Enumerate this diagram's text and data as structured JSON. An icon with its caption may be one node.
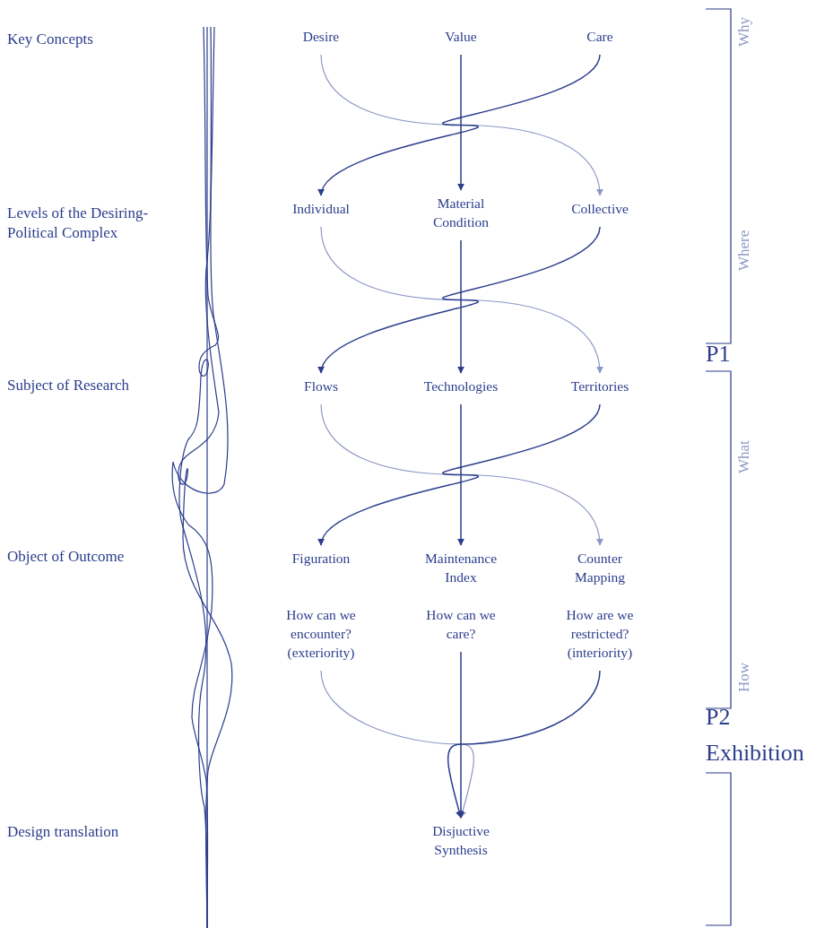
{
  "diagram": {
    "nodes": [
      {
        "text": [
          "Desire"
        ]
      },
      {
        "text": [
          "Value"
        ]
      },
      {
        "text": [
          "Care"
        ]
      },
      {
        "text": [
          "Individual"
        ]
      },
      {
        "text": [
          "Material Condition"
        ]
      },
      {
        "text": [
          "Collective"
        ]
      },
      {
        "text": [
          "Flows"
        ]
      },
      {
        "text": [
          "Technologies"
        ]
      },
      {
        "text": [
          "Territories"
        ]
      },
      {
        "text": [
          "Figuration"
        ]
      },
      {
        "text": [
          "Maintenance Index"
        ]
      },
      {
        "text": [
          "Counter Mapping"
        ]
      },
      {
        "text": [
          "How can we encounter? (exteriority)"
        ]
      },
      {
        "text": [
          "How can we care?"
        ]
      },
      {
        "text": [
          "How are we restricted? (interiority)"
        ]
      },
      {
        "text": [
          "Disjuctive Synthesis"
        ]
      }
    ],
    "edges": [
      {
        "from": 0,
        "to": 5,
        "arrow": "to",
        "color": "#8d98c6"
      },
      {
        "from": 1,
        "to": 4,
        "arrow": "to"
      },
      {
        "from": 2,
        "to": 3,
        "arrow": "to"
      },
      {
        "from": 3,
        "to": 8,
        "arrow": "to",
        "color": "#8d98c6"
      },
      {
        "from": 4,
        "to": 7,
        "arrow": "to"
      },
      {
        "from": 5,
        "to": 6,
        "arrow": "to"
      },
      {
        "from": 6,
        "to": 11,
        "arrow": "to",
        "color": "#8d98c6"
      },
      {
        "from": 7,
        "to": 10,
        "arrow": "to"
      },
      {
        "from": 8,
        "to": 9,
        "arrow": "to"
      },
      {
        "from": 12,
        "to": 15,
        "arrow": "to",
        "color": "#8d98c6"
      },
      {
        "from": 13,
        "to": 15,
        "arrow": "to"
      },
      {
        "from": 14,
        "to": 15,
        "arrow": "to"
      }
    ],
    "labels": [
      "Key Concepts",
      "Why",
      "Levels of the Desiring-Political Complex",
      "Where",
      "P1",
      "Subject of Research",
      "What",
      "Object of Outcome",
      "How",
      "P2",
      "Exhibition",
      "Design translation"
    ]
  }
}
